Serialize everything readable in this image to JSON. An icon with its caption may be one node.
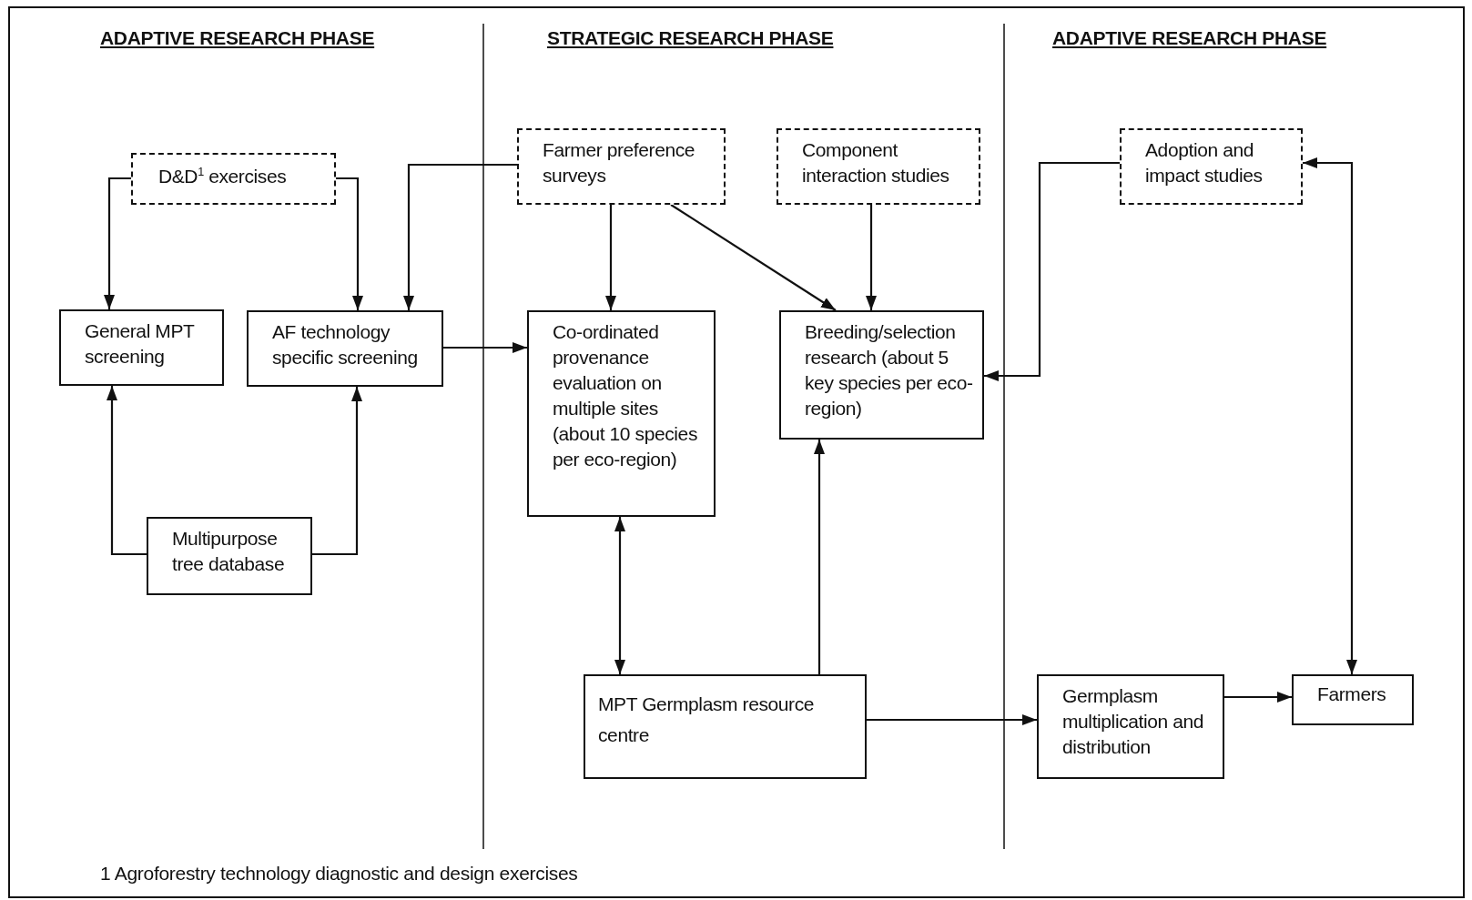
{
  "diagram": {
    "nodes": [
      {
        "text": [
          "D&D$^{1}$ exercises"
        ]
      },
      {
        "text": [
          "Farmer preference surveys"
        ]
      },
      {
        "text": [
          "Component interaction studies"
        ]
      },
      {
        "text": [
          "Adoption and impact studies"
        ]
      },
      {
        "text": [
          "General MPT screening"
        ]
      },
      {
        "text": [
          "AF technology specific screening"
        ]
      },
      {
        "text": [
          "Co-ordinated provenance evaluation on multiple sites (about 10 species per eco-region)"
        ]
      },
      {
        "text": [
          "Breeding/selection research (about 5 key species per eco-region)"
        ]
      },
      {
        "text": [
          "Multipurpose tree database"
        ]
      },
      {
        "text": [
          "MPT Germplasm resource centre"
        ]
      },
      {
        "text": [
          "Germplasm multiplication and distribution"
        ]
      },
      {
        "text": [
          "Farmers"
        ]
      }
    ],
    "edges": [
      {
        "from": 0,
        "to": 4,
        "arrow": "to"
      },
      {
        "from": 0,
        "to": 5,
        "arrow": "to"
      },
      {
        "from": 1,
        "to": 5,
        "arrow": "to"
      },
      {
        "from": 5,
        "to": 6,
        "arrow": "to"
      },
      {
        "from": 1,
        "to": 6,
        "arrow": "to"
      },
      {
        "from": 1,
        "to": 7,
        "arrow": "to"
      },
      {
        "from": 2,
        "to": 7,
        "arrow": "to"
      },
      {
        "from": 3,
        "to": 7,
        "arrow": "to"
      },
      {
        "from": 8,
        "to": 4,
        "arrow": "to"
      },
      {
        "from": 8,
        "to": 5,
        "arrow": "to"
      },
      {
        "from": 6,
        "to": 9,
        "arrow": "both"
      },
      {
        "from": 9,
        "to": 7,
        "arrow": "to"
      },
      {
        "from": 9,
        "to": 10,
        "arrow": "to"
      },
      {
        "from": 10,
        "to": 11,
        "arrow": "to"
      },
      {
        "from": 3,
        "to": 11,
        "arrow": "both"
      }
    ],
    "labels": [
      "ADAPTIVE RESEARCH PHASE",
      "STRATEGIC RESEARCH PHASE",
      "ADAPTIVE RESEARCH PHASE",
      "1 Agroforestry technology diagnostic and design exercises"
    ]
  }
}
